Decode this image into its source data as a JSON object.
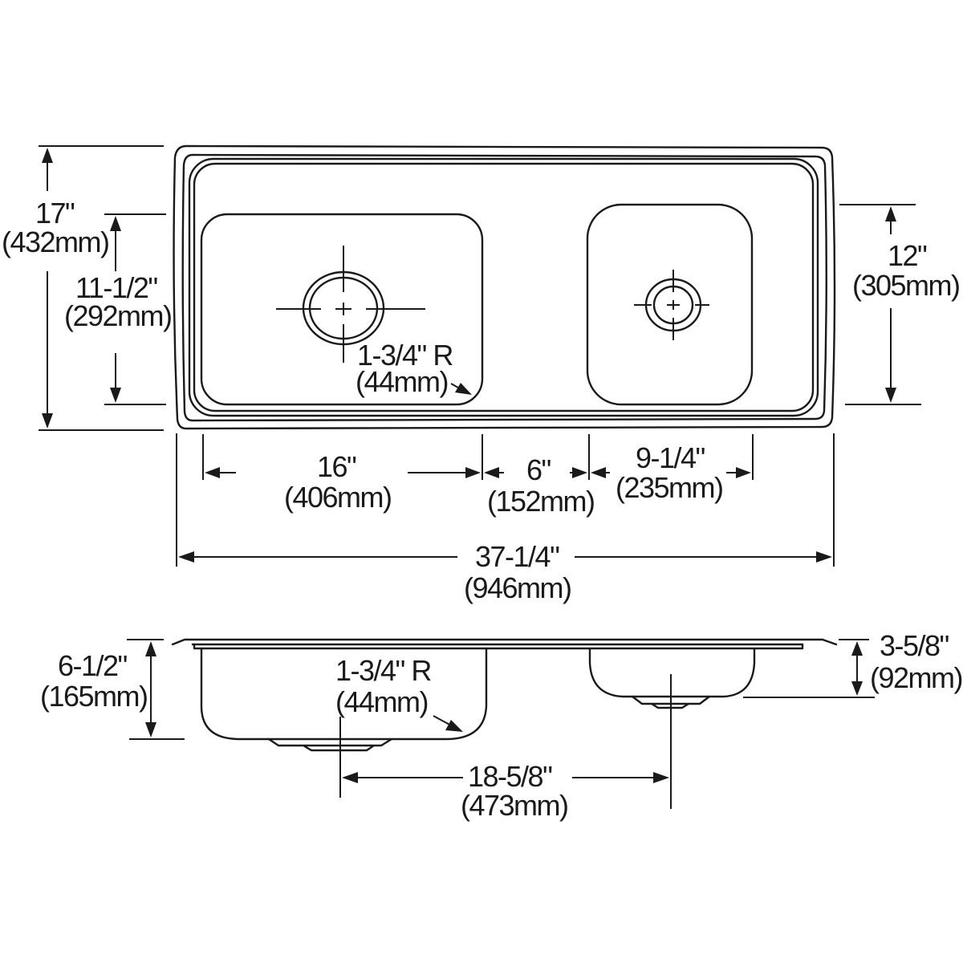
{
  "diagram": {
    "subject": "Double-bowl drop-in kitchen sink dimensional drawing",
    "stroke_color": "#1a1a1a",
    "background_color": "#ffffff",
    "top_view": {
      "overall_depth": {
        "imperial": "17\"",
        "metric": "(432mm)"
      },
      "left_bowl_depth": {
        "imperial": "11-1/2\"",
        "metric": "(292mm)"
      },
      "right_bowl_depth": {
        "imperial": "12\"",
        "metric": "(305mm)"
      },
      "left_bowl_corner_radius": {
        "imperial": "1-3/4\" R",
        "metric": "(44mm)"
      },
      "left_bowl_width": {
        "imperial": "16\"",
        "metric": "(406mm)"
      },
      "bowl_spacing": {
        "imperial": "6\"",
        "metric": "(152mm)"
      },
      "right_bowl_width": {
        "imperial": "9-1/4\"",
        "metric": "(235mm)"
      },
      "overall_width": {
        "imperial": "37-1/4\"",
        "metric": "(946mm)"
      }
    },
    "side_view": {
      "left_bowl_height": {
        "imperial": "6-1/2\"",
        "metric": "(165mm)"
      },
      "left_bowl_corner_radius": {
        "imperial": "1-3/4\" R",
        "metric": "(44mm)"
      },
      "drain_center_distance": {
        "imperial": "18-5/8\"",
        "metric": "(473mm)"
      },
      "right_bowl_height": {
        "imperial": "3-5/8\"",
        "metric": "(92mm)"
      }
    }
  }
}
